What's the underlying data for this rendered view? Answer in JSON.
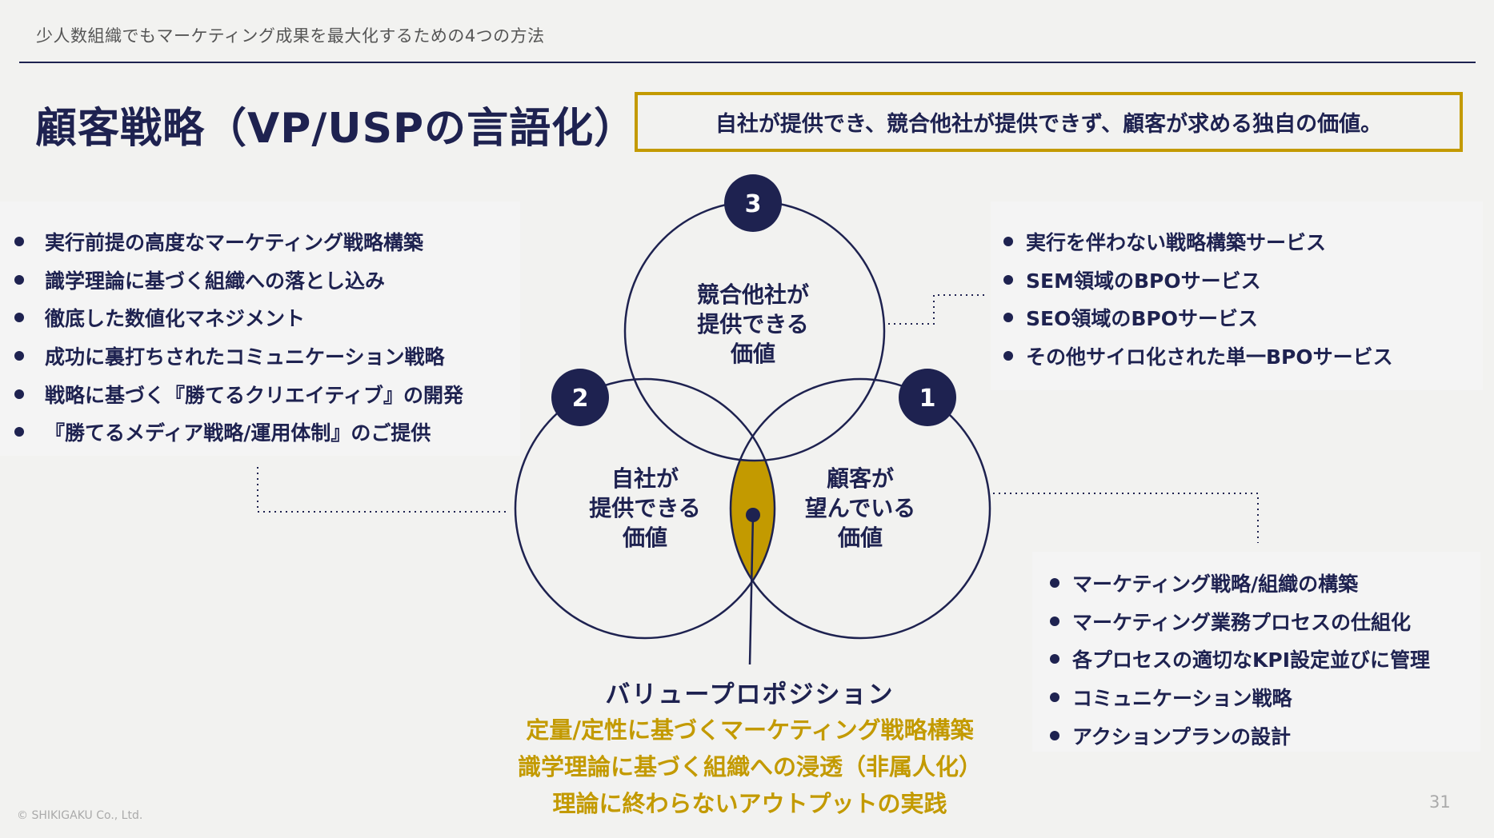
{
  "header": {
    "subtitle": "少人数組織でもマーケティング成果を最大化するための4つの方法",
    "title": "顧客戦略（VP/USPの言語化）",
    "definition": "自社が提供でき、競合他社が提供できず、顧客が求める独自の価値。"
  },
  "left_list": [
    "実行前提の高度なマーケティング戦略構築",
    "識学理論に基づく組織への落とし込み",
    "徹底した数値化マネジメント",
    "成功に裏打ちされたコミュニケーション戦略",
    "戦略に基づく『勝てるクリエイティブ』の開発",
    "『勝てるメディア戦略/運用体制』のご提供"
  ],
  "right_top_list": [
    "実行を伴わない戦略構築サービス",
    "SEM領域のBPOサービス",
    "SEO領域のBPOサービス",
    "その他サイロ化された単一BPOサービス"
  ],
  "right_bottom_list": [
    "マーケティング戦略/組織の構築",
    "マーケティング業務プロセスの仕組化",
    "各プロセスの適切なKPI設定並びに管理",
    "コミュニケーション戦略",
    "アクションプランの設計"
  ],
  "venn": {
    "competitor": {
      "badge": "3",
      "lines": [
        "競合他社が",
        "提供できる",
        "価値"
      ]
    },
    "company": {
      "badge": "2",
      "lines": [
        "自社が",
        "提供できる",
        "価値"
      ]
    },
    "customer": {
      "badge": "1",
      "lines": [
        "顧客が",
        "望んでいる",
        "価値"
      ]
    }
  },
  "value_proposition": {
    "title": "バリュープロポジション",
    "lines": [
      "定量/定性に基づくマーケティング戦略構築",
      "識学理論に基づく組織への浸透（非属人化）",
      "理論に終わらないアウトプットの実践"
    ]
  },
  "footer": {
    "copyright": "© SHIKIGAKU Co., Ltd.",
    "page": "31"
  },
  "colors": {
    "navy": "#1e2250",
    "gold": "#c39a00",
    "background": "#f2f2f0"
  }
}
